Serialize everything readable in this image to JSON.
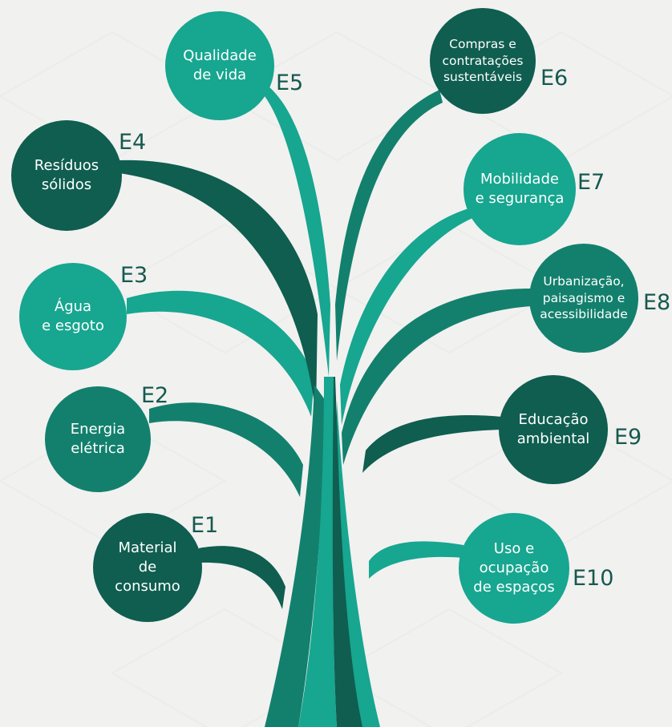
{
  "colors": {
    "background": "#f1f1f0",
    "dark": "#0f5e50",
    "medium": "#13806d",
    "light": "#17a690",
    "code_text": "#16594e"
  },
  "nodes": [
    {
      "id": "e1",
      "code": "E1",
      "label": "Material\nde\nconsumo",
      "shade": "dark"
    },
    {
      "id": "e2",
      "code": "E2",
      "label": "Energia\nelétrica",
      "shade": "medium"
    },
    {
      "id": "e3",
      "code": "E3",
      "label": "Água\ne esgoto",
      "shade": "light"
    },
    {
      "id": "e4",
      "code": "E4",
      "label": "Resíduos\nsólidos",
      "shade": "dark"
    },
    {
      "id": "e5",
      "code": "E5",
      "label": "Qualidade\nde vida",
      "shade": "light"
    },
    {
      "id": "e6",
      "code": "E6",
      "label": "Compras e\ncontratações\nsustentáveis",
      "shade": "dark"
    },
    {
      "id": "e7",
      "code": "E7",
      "label": "Mobilidade\ne segurança",
      "shade": "light"
    },
    {
      "id": "e8",
      "code": "E8",
      "label": "Urbanização,\npaisagismo e\nacessibilidade",
      "shade": "medium"
    },
    {
      "id": "e9",
      "code": "E9",
      "label": "Educação\nambiental",
      "shade": "dark"
    },
    {
      "id": "e10",
      "code": "E10",
      "label": "Uso e\nocupação\nde espaços",
      "shade": "light"
    }
  ]
}
